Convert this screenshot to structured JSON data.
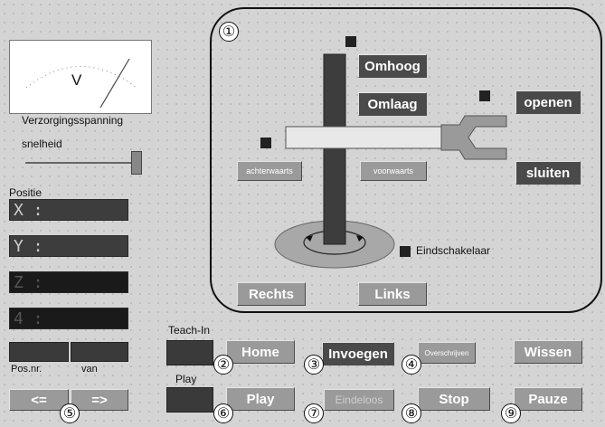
{
  "meter": {
    "unit": "V",
    "label": "Verzorgingsspanning"
  },
  "speed": {
    "label": "snelheid",
    "value": 0.98
  },
  "position": {
    "label": "Positie",
    "axes": [
      "X :",
      "Y :",
      "Z :",
      "4 :"
    ]
  },
  "posnr": {
    "label": "Pos.nr.",
    "van_label": "van"
  },
  "nav": {
    "prev": "<=",
    "next": "=>"
  },
  "teach": {
    "teach_in_label": "Teach-In",
    "play_label": "Play"
  },
  "robot": {
    "omhoog": "Omhoog",
    "omlaag": "Omlaag",
    "openen": "openen",
    "sluiten": "sluiten",
    "achterwaarts": "achterwaarts",
    "voorwaarts": "voorwaarts",
    "eindschakelaar": "Eindschakelaar",
    "rechts": "Rechts",
    "links": "Links"
  },
  "buttons": {
    "home": "Home",
    "invoegen": "Invoegen",
    "overschrijven": "Overschrijven",
    "wissen": "Wissen",
    "play": "Play",
    "eindeloos": "Eindeloos",
    "stop": "Stop",
    "pauze": "Pauze"
  },
  "callouts": [
    "①",
    "②",
    "③",
    "④",
    "⑤",
    "⑥",
    "⑦",
    "⑧",
    "⑨"
  ],
  "colors": {
    "background": "#d4d4d4",
    "button": "#9a9a9a",
    "button_dark": "#4a4a4a",
    "column": "#3d3d3d",
    "arm": "#e8e8e8",
    "gripper": "#9a9a9a",
    "base": "#a8a8a8"
  }
}
